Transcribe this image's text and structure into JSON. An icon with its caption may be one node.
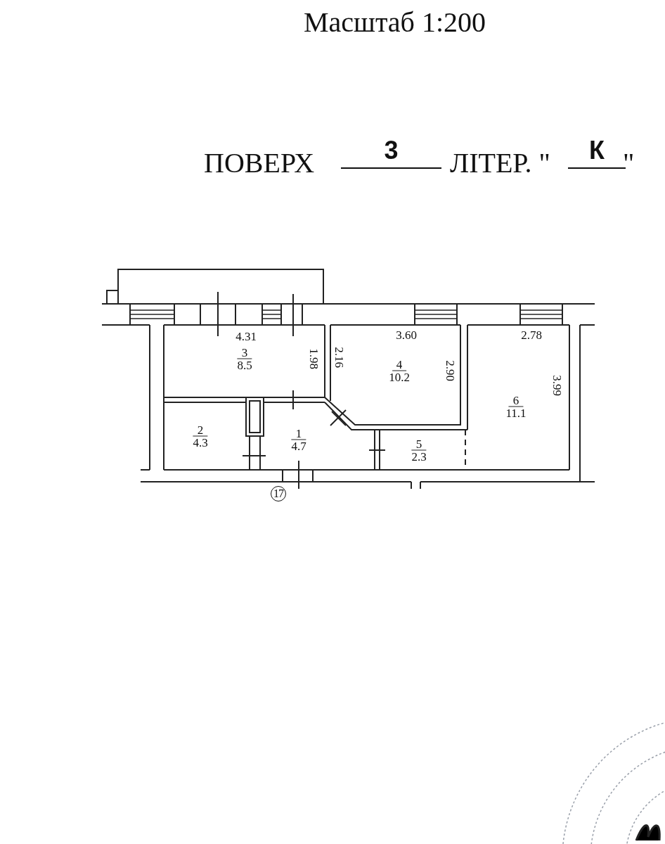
{
  "diagram": {
    "nodes": [
      {
        "text": [
          "3",
          "8.5"
        ]
      },
      {
        "text": [
          "4",
          "10.2"
        ]
      },
      {
        "text": [
          "6",
          "11.1"
        ]
      },
      {
        "text": [
          "2",
          "4.3"
        ]
      },
      {
        "text": [
          "1",
          "4.7"
        ]
      },
      {
        "text": [
          "5",
          "2.3"
        ]
      }
    ],
    "labels": [
      "Масштаб 1:200",
      "ПОВЕРХ",
      "3",
      "ЛІТЕР. \"",
      "К",
      "\"",
      "4.31",
      "3.60",
      "2.78",
      "1.98",
      "2.16",
      "2.90",
      "3.99",
      "17"
    ]
  }
}
